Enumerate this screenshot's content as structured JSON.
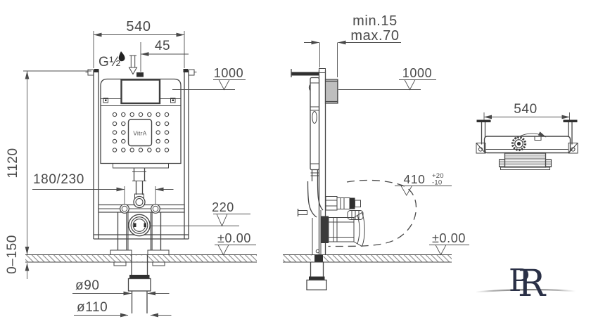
{
  "drawing_type": "installation-diagram",
  "brand": "VitrA",
  "colors": {
    "line": "#454545",
    "dim_text": "#4a4a4a",
    "dark_fill": "#2f2f2f",
    "hatch": "#8a8a8a",
    "logo": "#2a3046"
  },
  "front_view": {
    "dim_width": "540",
    "dim_inlet_offset": "45",
    "inlet_thread": "G½",
    "level_panel": "1000",
    "dim_height": "1120",
    "dim_fixing_centers": "180/230",
    "level_outlet": "220",
    "level_floor": "±0.00",
    "dim_floor_buildup": "0–150",
    "dim_drain_pipe": "ø90",
    "dim_drain_sleeve": "ø110",
    "tank_logo": "VitrA"
  },
  "side_view": {
    "dim_wall_clearance_min": "min.15",
    "dim_wall_clearance_max": "max.70",
    "level_panel": "1000",
    "level_outlet_value": "410",
    "level_outlet_tol_plus": "+20",
    "level_outlet_tol_minus": "-10",
    "level_floor": "±0.00"
  },
  "top_view": {
    "dim_width": "540"
  },
  "watermark": {
    "letter_p": "P",
    "letter_r": "R"
  }
}
